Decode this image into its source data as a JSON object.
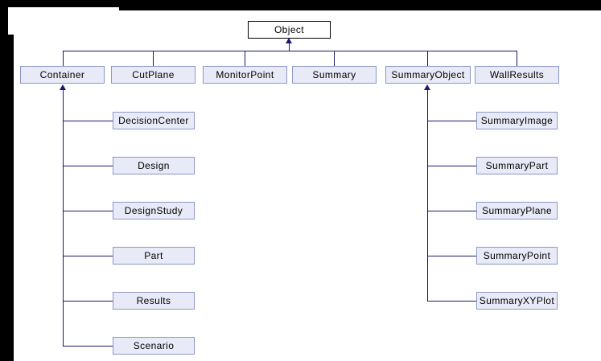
{
  "colors": {
    "edge": "#191970",
    "node_fill": "#e8ebf7",
    "node_border": "#8c96c6",
    "root_fill": "#ffffff",
    "root_border": "#000000",
    "page_background": "#ffffff",
    "frame": "#000000"
  },
  "diagram": {
    "root": {
      "label": "Object"
    },
    "level1": [
      {
        "label": "Container"
      },
      {
        "label": "CutPlane"
      },
      {
        "label": "MonitorPoint"
      },
      {
        "label": "Summary"
      },
      {
        "label": "SummaryObject"
      },
      {
        "label": "WallResults"
      }
    ],
    "container_children": [
      {
        "label": "DecisionCenter"
      },
      {
        "label": "Design"
      },
      {
        "label": "DesignStudy"
      },
      {
        "label": "Part"
      },
      {
        "label": "Results"
      },
      {
        "label": "Scenario"
      }
    ],
    "summary_object_children": [
      {
        "label": "SummaryImage"
      },
      {
        "label": "SummaryPart"
      },
      {
        "label": "SummaryPlane"
      },
      {
        "label": "SummaryPoint"
      },
      {
        "label": "SummaryXYPlot"
      }
    ]
  }
}
